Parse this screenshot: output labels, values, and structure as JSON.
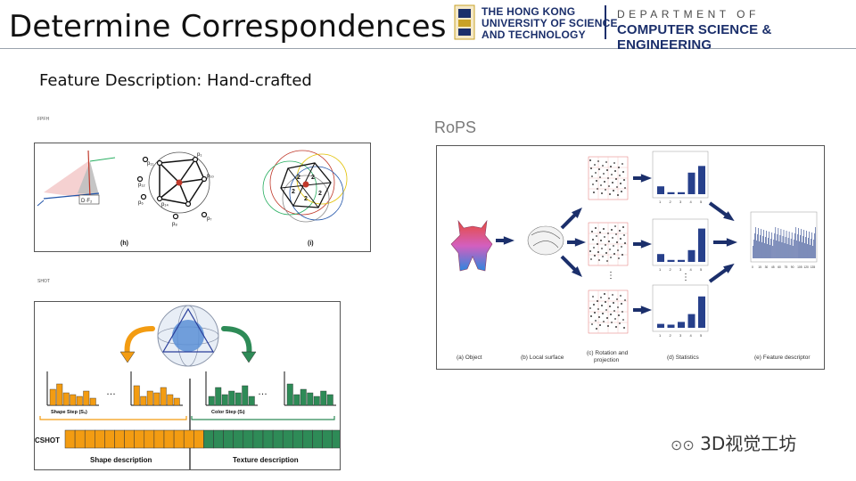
{
  "header": {
    "title": "Determine Correspondences",
    "university_line1": "THE HONG KONG",
    "university_line2": "UNIVERSITY OF SCIENCE",
    "university_line3": "AND TECHNOLOGY",
    "dept_line1": "DEPARTMENT OF",
    "dept_line2": "COMPUTER SCIENCE & ENGINEERING"
  },
  "subtitle": "Feature Description: Hand-crafted",
  "fpfh": {
    "label": "FPFH",
    "caption_h": "(h)",
    "caption_i": "(i)",
    "formula": "D·F₂",
    "points": [
      "p₁₁",
      "p₁₂",
      "p₁",
      "p₆",
      "p₁₃",
      "p₁₄",
      "p₅",
      "p₇",
      "p₈",
      "p₁₀"
    ]
  },
  "shot": {
    "label": "SHOT",
    "cshot_label": "CSHOT",
    "shape_step": "Shape Step (Sₛ)",
    "color_step": "Color Step (Sₗ)",
    "shape_desc": "Shape description",
    "texture_desc": "Texture description",
    "ellipsis": "…"
  },
  "rops": {
    "label": "RoPS",
    "captions": [
      "(a) Object",
      "(b) Local surface",
      "(c) Rotation and projection",
      "(d) Statistics",
      "(e) Feature descriptor"
    ],
    "stat_ticks": [
      "1",
      "2",
      "3",
      "4",
      "5"
    ],
    "descriptor_ticks": [
      "0",
      "15",
      "30",
      "45",
      "60",
      "75",
      "90",
      "105",
      "120",
      "135"
    ]
  },
  "watermark": "3D视觉工坊",
  "colors": {
    "navy": "#1b2f6b",
    "orange": "#f39c12",
    "green": "#2e8b57",
    "bar_blue": "#27408b"
  }
}
